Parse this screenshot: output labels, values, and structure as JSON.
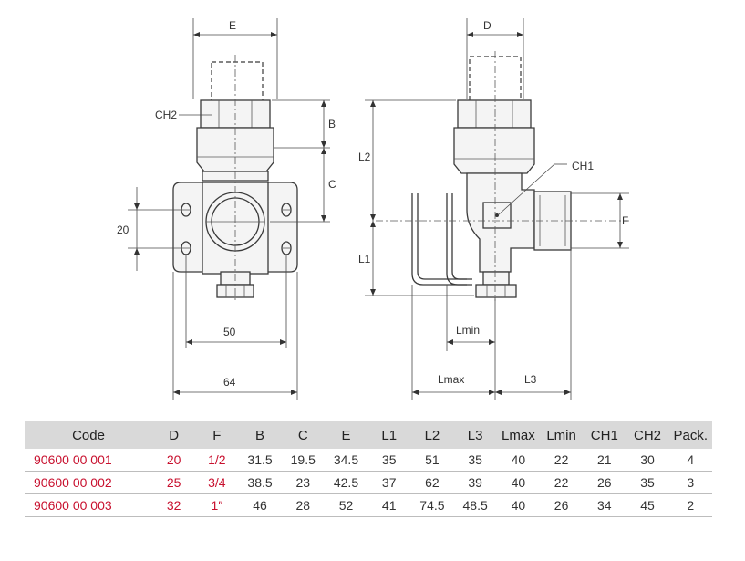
{
  "labels": {
    "E": "E",
    "D": "D",
    "B": "B",
    "C": "C",
    "CH2": "CH2",
    "CH1": "CH1",
    "L2": "L2",
    "L1": "L1",
    "F": "F",
    "Lmin": "Lmin",
    "Lmax": "Lmax",
    "L3": "L3",
    "dim20": "20",
    "dim50": "50",
    "dim64": "64"
  },
  "table": {
    "headers": [
      "Code",
      "D",
      "F",
      "B",
      "C",
      "E",
      "L1",
      "L2",
      "L3",
      "Lmax",
      "Lmin",
      "CH1",
      "CH2",
      "Pack."
    ],
    "rows": [
      [
        "90600 00 001",
        "20",
        "1/2",
        "31.5",
        "19.5",
        "34.5",
        "35",
        "51",
        "35",
        "40",
        "22",
        "21",
        "30",
        "4"
      ],
      [
        "90600 00 002",
        "25",
        "3/4",
        "38.5",
        "23",
        "42.5",
        "37",
        "62",
        "39",
        "40",
        "22",
        "26",
        "35",
        "3"
      ],
      [
        "90600 00 003",
        "32",
        "1″",
        "46",
        "28",
        "52",
        "41",
        "74.5",
        "48.5",
        "40",
        "26",
        "34",
        "45",
        "2"
      ]
    ]
  },
  "colors": {
    "accent": "#c8102e",
    "header_bg": "#d9d9d9"
  }
}
